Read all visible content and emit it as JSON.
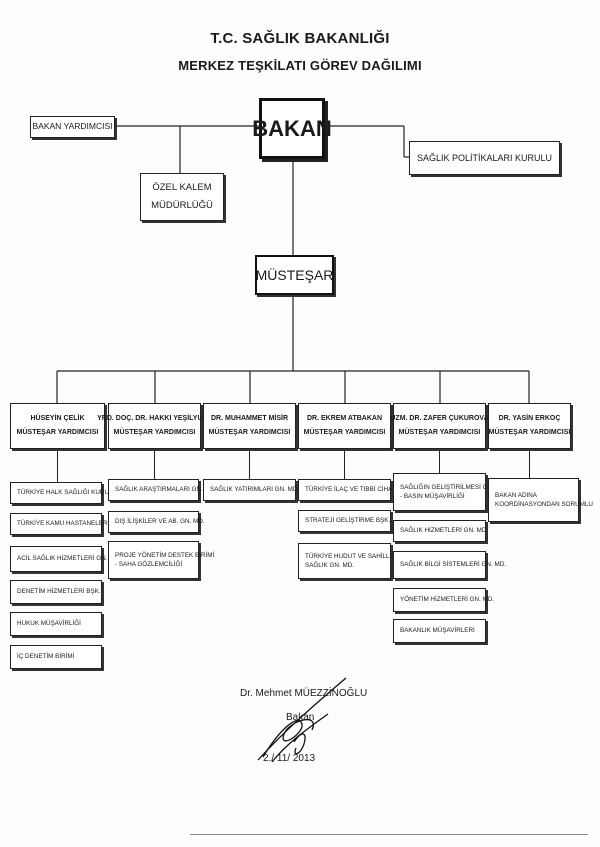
{
  "title": {
    "line1": "T.C. SAĞLIK BAKANLIĞI",
    "line2": "MERKEZ TEŞKİLATI GÖREV DAĞILIMI"
  },
  "top": {
    "bakan": "BAKAN",
    "bakan_yardimcisi": "BAKAN YARDIMCISI",
    "ozel_kalem": [
      "ÖZEL KALEM",
      "MÜDÜRLÜĞÜ"
    ],
    "saglik_politikalari": "SAĞLIK POLİTİKALARI KURULU",
    "mustesar": "MÜSTEŞAR"
  },
  "deputies": [
    {
      "title": [
        "HÜSEYİN ÇELİK",
        "MÜSTEŞAR YARDIMCISI"
      ],
      "units": [
        [
          "TÜRKİYE HALK SAĞLIĞI KURUMU"
        ],
        [
          "TÜRKİYE KAMU HASTANELERİ K."
        ],
        [
          "ACİL SAĞLIK HİZMETLERİ GN. MD."
        ],
        [
          "DENETİM HİZMETLERİ BŞK."
        ],
        [
          "HUKUK MÜŞAVİRLİĞİ"
        ],
        [
          "İÇ DENETİM BİRİMİ"
        ]
      ]
    },
    {
      "title": [
        "YRD. DOÇ. DR. HAKKI YEŞİLYURT",
        "MÜSTEŞAR YARDIMCISI"
      ],
      "units": [
        [
          "SAĞLIK ARAŞTIRMALARI GN. MD."
        ],
        [
          "DIŞ İLİŞKİLER VE AB. GN. MD."
        ],
        [
          "PROJE YÖNETİM DESTEK BİRİMİ",
          "- SAHA GÖZLEMCİLİĞİ"
        ]
      ]
    },
    {
      "title": [
        "DR. MUHAMMET MİSİR",
        "MÜSTEŞAR YARDIMCISI"
      ],
      "units": [
        [
          "SAĞLIK YATIRIMLARI GN. MD."
        ]
      ]
    },
    {
      "title": [
        "DR. EKREM ATBAKAN",
        "MÜSTEŞAR YARDIMCISI"
      ],
      "units": [
        [
          "TÜRKİYE İLAÇ VE TIBBİ CİHAZ KUR."
        ],
        [
          "STRATEJİ GELİŞTİRME BŞK."
        ],
        [
          "TÜRKİYE HUDUT VE SAHİLLER",
          "SAĞLIK GN. MD."
        ]
      ]
    },
    {
      "title": [
        "UZM. DR. ZAFER ÇUKUROVA",
        "MÜSTEŞAR YARDIMCISI"
      ],
      "units": [
        [
          "SAĞLIĞIN GELİŞTİRİLMESİ GN.MD.",
          "- BASIN MÜŞAVİRLİĞİ"
        ],
        [
          "SAĞLIK HİZMETLERİ GN. MD."
        ],
        [
          "SAĞLIK BİLGİ SİSTEMLERİ GN. MD."
        ],
        [
          "YÖNETİM HİZMETLERİ GN. MD."
        ],
        [
          "BAKANLIK MÜŞAVİRLERİ"
        ]
      ]
    },
    {
      "title": [
        "DR. YASİN ERKOÇ",
        "MÜSTEŞAR YARDIMCISI"
      ],
      "units": [
        [
          "BAKAN ADINA",
          "KOORDİNASYONDAN SORUMLU"
        ]
      ]
    }
  ],
  "signature": {
    "name": "Dr. Mehmet MÜEZZİNOĞLU",
    "role": "Bakan",
    "date": "2./ 11/ 2013"
  }
}
